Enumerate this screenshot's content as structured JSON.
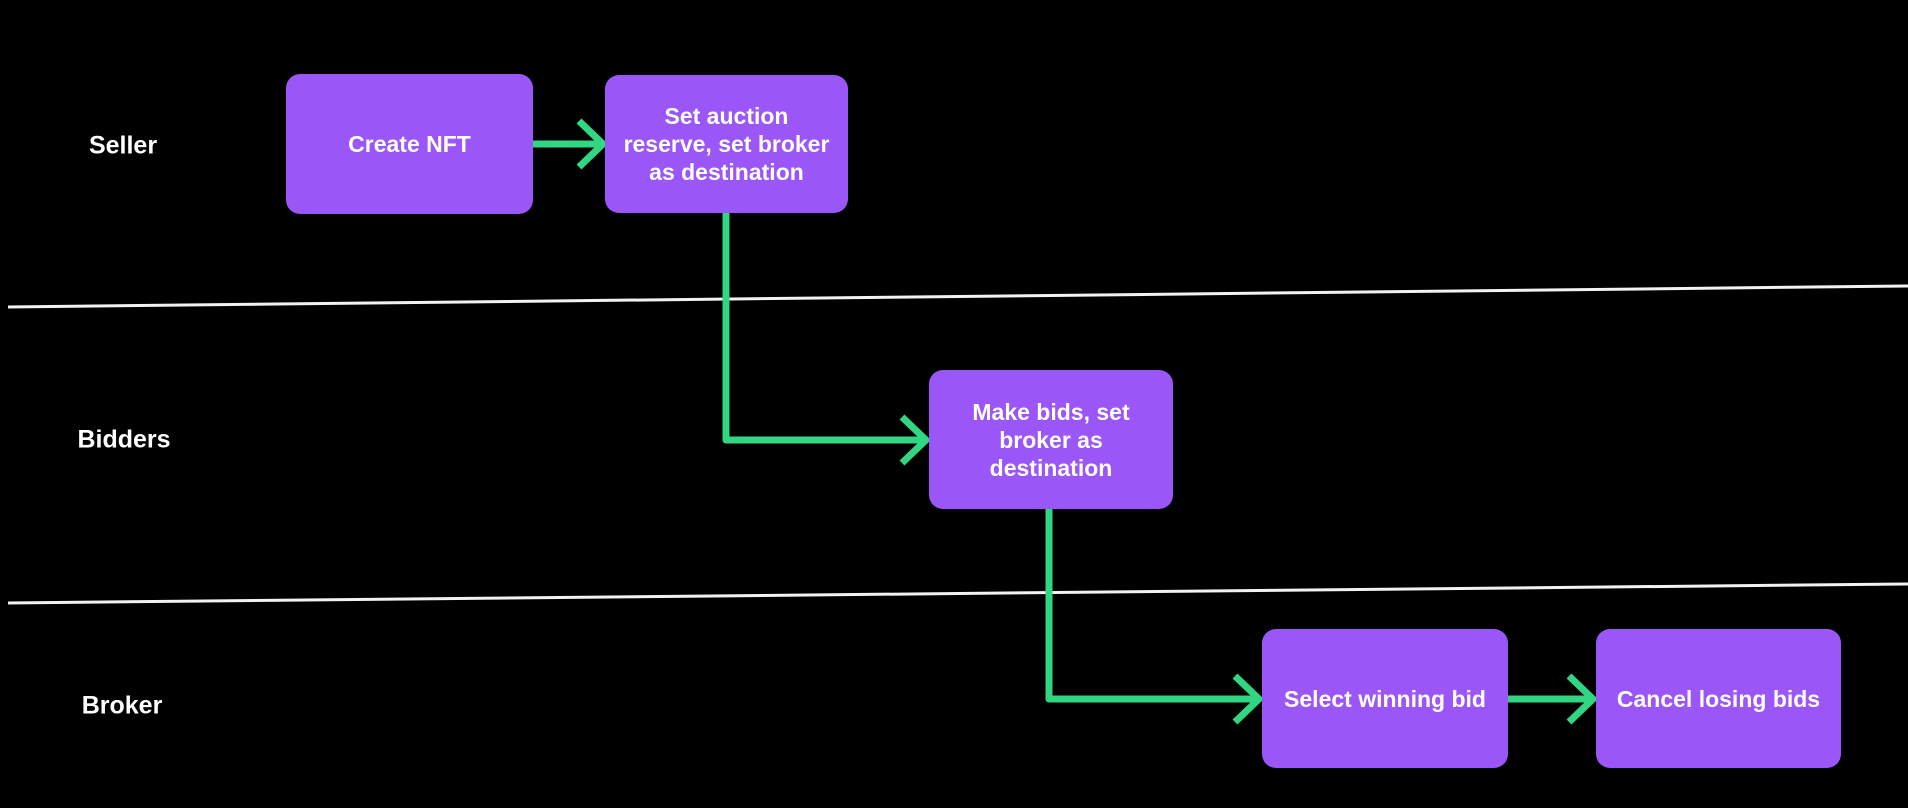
{
  "diagram": {
    "type": "swimlane-flowchart",
    "lanes": [
      {
        "label": "Seller"
      },
      {
        "label": "Bidders"
      },
      {
        "label": "Broker"
      }
    ],
    "nodes": [
      {
        "id": "create-nft",
        "lane": "Seller",
        "label": "Create NFT"
      },
      {
        "id": "set-auction-reserve",
        "lane": "Seller",
        "label": "Set auction\nreserve, set broker\nas destination"
      },
      {
        "id": "make-bids",
        "lane": "Bidders",
        "label": "Make bids, set\nbroker as\ndestination"
      },
      {
        "id": "select-winning-bid",
        "lane": "Broker",
        "label": "Select winning bid"
      },
      {
        "id": "cancel-losing-bids",
        "lane": "Broker",
        "label": "Cancel losing bids"
      }
    ],
    "edges": [
      {
        "from": "create-nft",
        "to": "set-auction-reserve"
      },
      {
        "from": "set-auction-reserve",
        "to": "make-bids"
      },
      {
        "from": "make-bids",
        "to": "select-winning-bid"
      },
      {
        "from": "select-winning-bid",
        "to": "cancel-losing-bids"
      }
    ],
    "colors": {
      "background": "#000000",
      "node_fill": "#9A56F6",
      "node_text": "#FFFFFF",
      "connector": "#30D681",
      "lane_divider": "#F2F2F2",
      "lane_label_text": "#FFFFFF"
    }
  }
}
